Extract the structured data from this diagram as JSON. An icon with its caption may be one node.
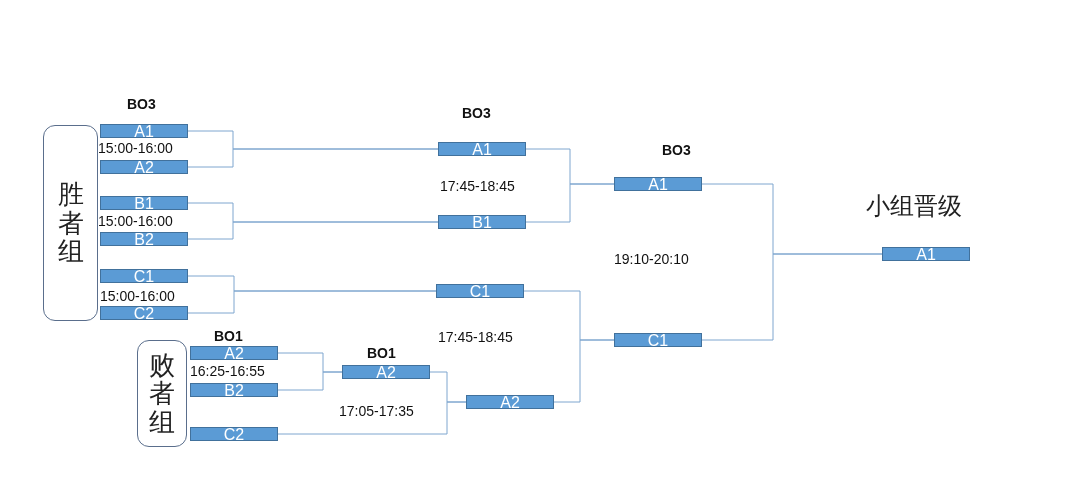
{
  "diagram": {
    "nodes": [
      {
        "text": [
          "胜者组"
        ]
      },
      {
        "text": [
          "A1"
        ]
      },
      {
        "text": [
          "A2"
        ]
      },
      {
        "text": [
          "B1"
        ]
      },
      {
        "text": [
          "B2"
        ]
      },
      {
        "text": [
          "C1"
        ]
      },
      {
        "text": [
          "C2"
        ]
      },
      {
        "text": [
          "败者组"
        ]
      },
      {
        "text": [
          "A2"
        ]
      },
      {
        "text": [
          "B2"
        ]
      },
      {
        "text": [
          "C2"
        ]
      },
      {
        "text": [
          "A1"
        ]
      },
      {
        "text": [
          "B1"
        ]
      },
      {
        "text": [
          "C1"
        ]
      },
      {
        "text": [
          "A2"
        ]
      },
      {
        "text": [
          "A2"
        ]
      },
      {
        "text": [
          "A1"
        ]
      },
      {
        "text": [
          "C1"
        ]
      },
      {
        "text": [
          "A1"
        ]
      }
    ],
    "edges": [
      {
        "from": 1,
        "to": 11,
        "arrow": "none"
      },
      {
        "from": 2,
        "to": 11,
        "arrow": "none"
      },
      {
        "from": 3,
        "to": 12,
        "arrow": "none"
      },
      {
        "from": 4,
        "to": 12,
        "arrow": "none"
      },
      {
        "from": 5,
        "to": 13,
        "arrow": "none"
      },
      {
        "from": 6,
        "to": 13,
        "arrow": "none"
      },
      {
        "from": 8,
        "to": 14,
        "arrow": "none"
      },
      {
        "from": 9,
        "to": 14,
        "arrow": "none"
      },
      {
        "from": 14,
        "to": 15,
        "arrow": "none"
      },
      {
        "from": 10,
        "to": 15,
        "arrow": "none"
      },
      {
        "from": 11,
        "to": 16,
        "arrow": "none"
      },
      {
        "from": 12,
        "to": 16,
        "arrow": "none"
      },
      {
        "from": 13,
        "to": 17,
        "arrow": "none"
      },
      {
        "from": 15,
        "to": 17,
        "arrow": "none"
      },
      {
        "from": 16,
        "to": 18,
        "arrow": "none"
      },
      {
        "from": 17,
        "to": 18,
        "arrow": "none"
      }
    ],
    "labels": [
      "BO3",
      "BO3",
      "BO3",
      "15:00-16:00",
      "17:45-18:45",
      "小组晋级",
      "15:00-16:00",
      "19:10-20:10",
      "15:00-16:00",
      "BO1",
      "17:45-18:45",
      "BO1",
      "16:25-16:55",
      "17:05-17:35"
    ]
  }
}
